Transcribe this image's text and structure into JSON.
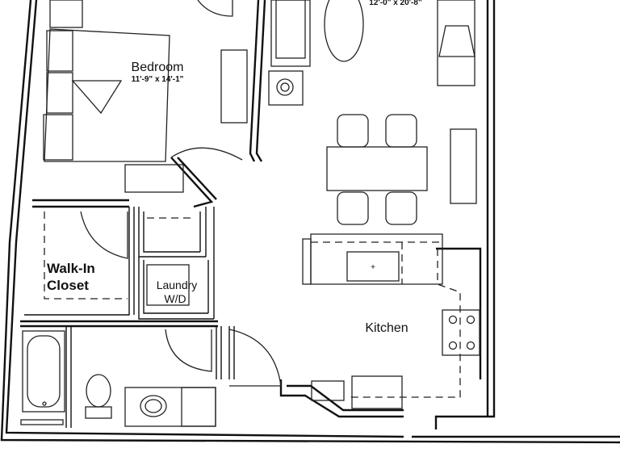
{
  "rooms": {
    "bedroom": {
      "name": "Bedroom",
      "dimensions": "11'-9\" x 14'-1\""
    },
    "living": {
      "dimensions": "12'-0\" x 20'-8\""
    },
    "walk_in_closet": {
      "line1": "Walk-In",
      "line2": "Closet"
    },
    "laundry": {
      "line1": "Laundry",
      "line2": "W/D"
    },
    "kitchen": {
      "name": "Kitchen"
    }
  }
}
